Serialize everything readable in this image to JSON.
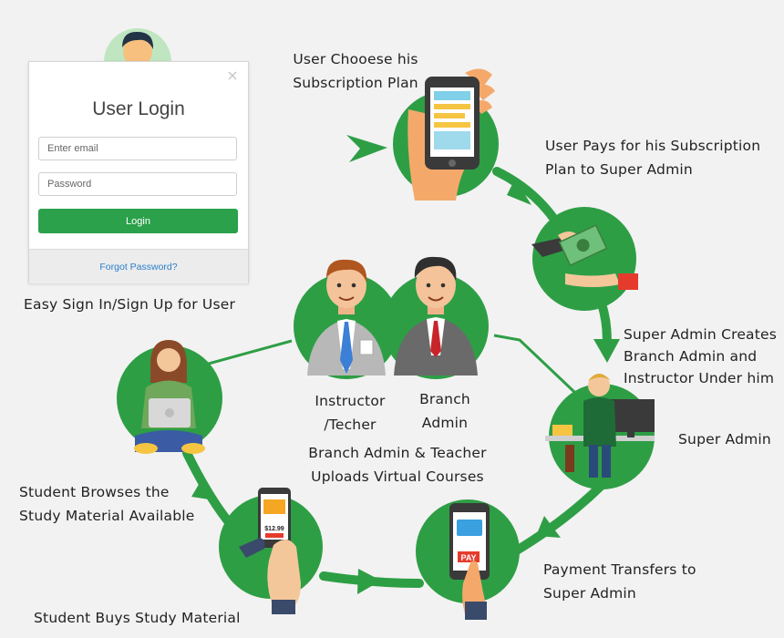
{
  "login": {
    "title": "User Login",
    "email_placeholder": "Enter email",
    "password_placeholder": "Password",
    "button_label": "Login",
    "forgot_link": "Forgot Password?"
  },
  "labels": {
    "subscription_plan": [
      "User Chooese his",
      "Subscription Plan"
    ],
    "pays": [
      "User Pays for his Subscription",
      "Plan to Super Admin"
    ],
    "creates": [
      "Super Admin Creates",
      "Branch Admin and",
      "Instructor Under him"
    ],
    "super_admin": "Super Admin",
    "payment_transfers": [
      "Payment Transfers to",
      "Super Admin"
    ],
    "buys": "Student Buys Study Material",
    "browses": [
      "Student Browses the",
      "Study Material Available"
    ],
    "easy_signin": "Easy Sign In/Sign Up for User",
    "instructor": [
      "Instructor",
      "/Techer"
    ],
    "branch_admin": [
      "Branch",
      "Admin"
    ],
    "uploads": [
      "Branch Admin & Teacher",
      "Uploads Virtual Courses"
    ]
  },
  "phone_texts": {
    "pay": "PAY",
    "price": "$12.99"
  },
  "colors": {
    "accent_green": "#2aa14a",
    "cycle_green": "#2e9e45",
    "link_blue": "#2a7fc9",
    "background": "#f2f2f2"
  }
}
